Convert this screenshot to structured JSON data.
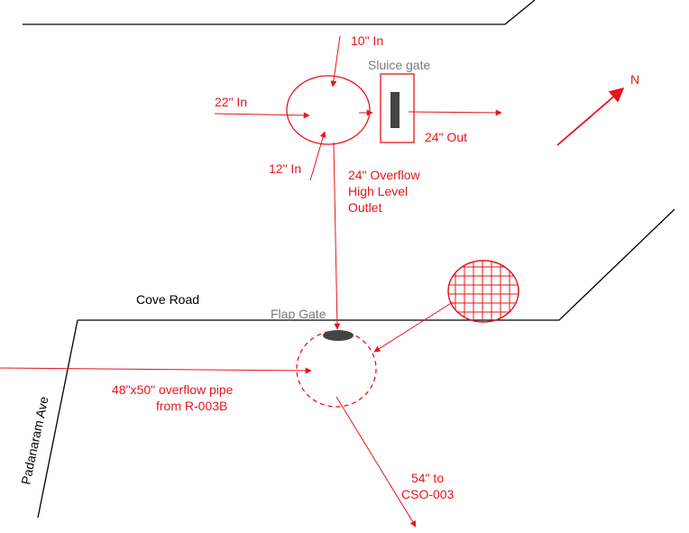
{
  "colors": {
    "annotation": "#e8141c",
    "road": "#000000",
    "gate_label": "#7a7a7a",
    "gate_fill": "#444444"
  },
  "labels": {
    "inlet_10": "10\" In",
    "sluice_gate": "Sluice gate",
    "inlet_22": "22\" In",
    "outlet_24": "24\" Out",
    "inlet_12": "12\" In",
    "overflow_line1": "24\" Overflow",
    "overflow_line2": "High Level",
    "overflow_line3": "Outlet",
    "north": "N",
    "cove_road": "Cove Road",
    "flap_gate": "Flap Gate",
    "overflow_pipe_line1": "48\"x50\" overflow pipe",
    "overflow_pipe_line2": "from R-003B",
    "padanaram_ave": "Padanaram Ave",
    "to_cso_line1": "54\" to",
    "to_cso_line2": "CSO-003"
  }
}
